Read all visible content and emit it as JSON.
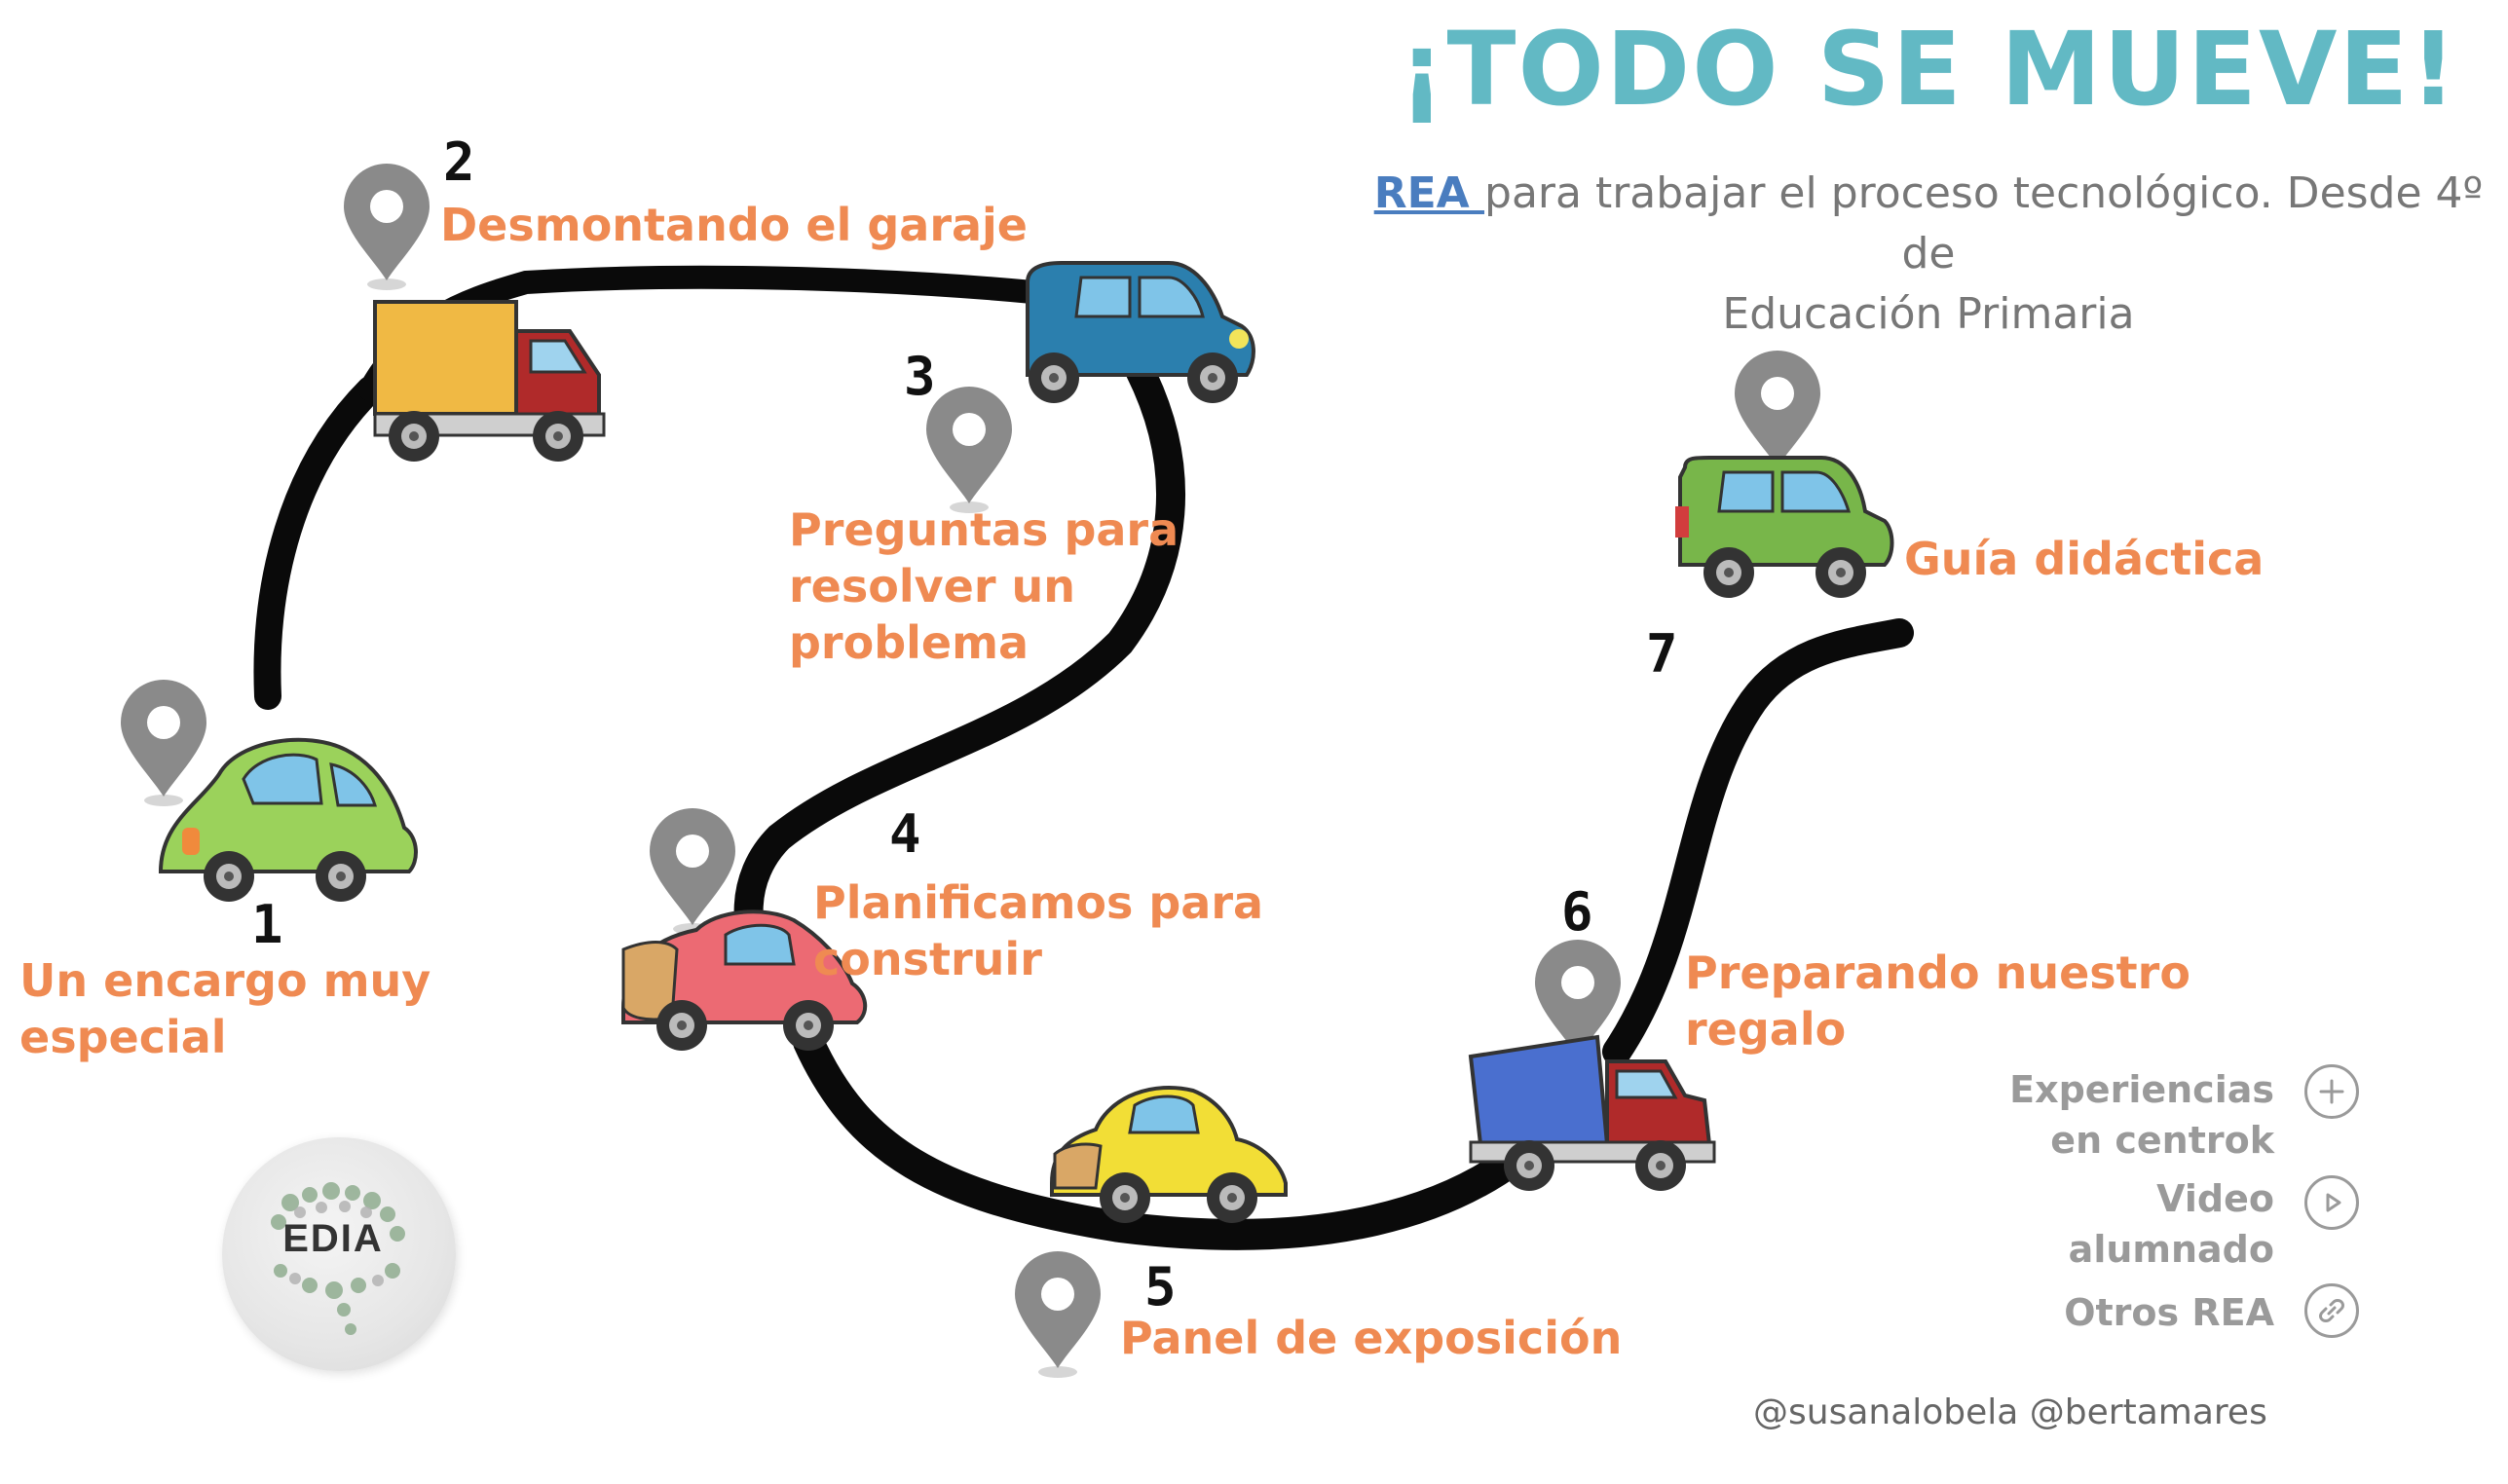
{
  "title": "¡TODO SE MUEVE!",
  "subtitle": {
    "link_text": "REA ",
    "rest_line1": "para trabajar el proceso tecnológico. Desde 4º de",
    "line2": "Educación Primaria"
  },
  "steps": [
    {
      "number": "1",
      "label_lines": [
        "Un encargo muy",
        "especial"
      ]
    },
    {
      "number": "2",
      "label_lines": [
        "Desmontando el garaje"
      ]
    },
    {
      "number": "3",
      "label_lines": [
        "Preguntas para",
        "resolver un",
        "problema"
      ]
    },
    {
      "number": "4",
      "label_lines": [
        "Planificamos para",
        "construir"
      ]
    },
    {
      "number": "5",
      "label_lines": [
        "Panel de exposición"
      ]
    },
    {
      "number": "6",
      "label_lines": [
        "Preparando nuestro",
        "regalo"
      ]
    },
    {
      "number": "7",
      "label_lines": [
        "Guía didáctica"
      ]
    }
  ],
  "side_links": [
    {
      "lines": [
        "Experiencias",
        "en centrok"
      ],
      "icon": "plus-icon"
    },
    {
      "lines": [
        "Video",
        "alumnado"
      ],
      "icon": "play-icon"
    },
    {
      "lines": [
        "Otros REA"
      ],
      "icon": "link-icon"
    }
  ],
  "logo": {
    "text": "EDIA"
  },
  "credits": "@susanalobela @bertamares",
  "colors": {
    "title": "#62b9c4",
    "step_label": "#ef8a52",
    "pin": "#8a8a8a",
    "road": "#0a0a0a",
    "link": "#4a7dbf",
    "side_text": "#9a9a9a"
  }
}
